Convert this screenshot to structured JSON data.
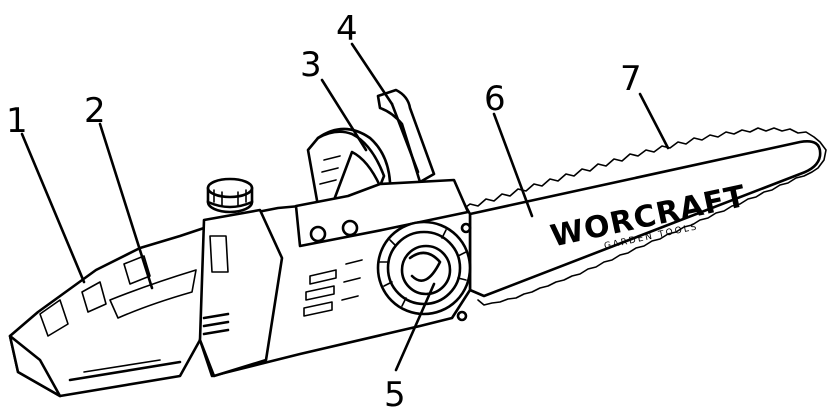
{
  "diagram": {
    "product": "chainsaw",
    "brand": {
      "logo_text": "WORCRAFT",
      "tagline": "GARDEN TOOLS"
    },
    "callouts": [
      {
        "id": "c1",
        "label": "1"
      },
      {
        "id": "c2",
        "label": "2"
      },
      {
        "id": "c3",
        "label": "3"
      },
      {
        "id": "c4",
        "label": "4"
      },
      {
        "id": "c5",
        "label": "5"
      },
      {
        "id": "c6",
        "label": "6"
      },
      {
        "id": "c7",
        "label": "7"
      }
    ]
  }
}
